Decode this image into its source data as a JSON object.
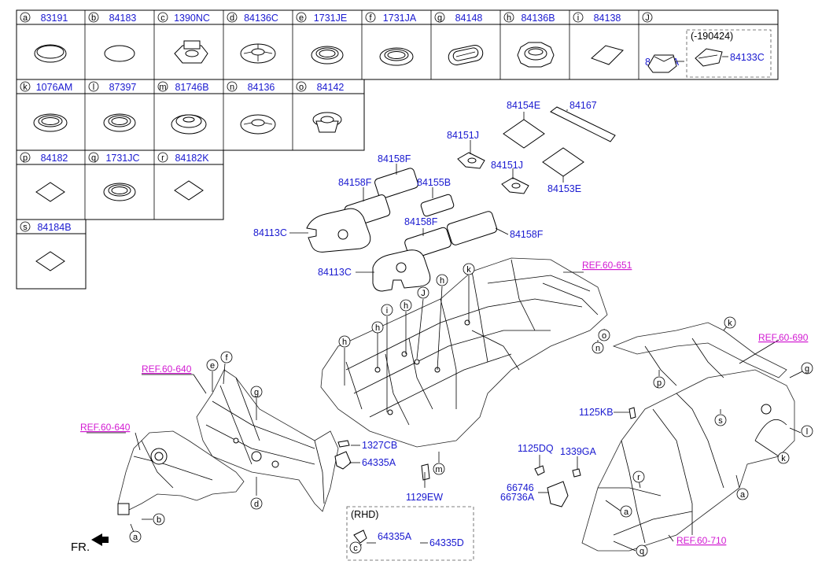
{
  "legend": [
    {
      "letter": "a",
      "part": "83191"
    },
    {
      "letter": "b",
      "part": "84183"
    },
    {
      "letter": "c",
      "part": "1390NC"
    },
    {
      "letter": "d",
      "part": "84136C"
    },
    {
      "letter": "e",
      "part": "1731JE"
    },
    {
      "letter": "f",
      "part": "1731JA"
    },
    {
      "letter": "g",
      "part": "84148"
    },
    {
      "letter": "h",
      "part": "84136B"
    },
    {
      "letter": "i",
      "part": "84138"
    },
    {
      "letter": "J",
      "part": "",
      "sub": [
        "84135A",
        "84133C"
      ],
      "note": "(-190424)"
    },
    {
      "letter": "k",
      "part": "1076AM"
    },
    {
      "letter": "l",
      "part": "87397"
    },
    {
      "letter": "m",
      "part": "81746B"
    },
    {
      "letter": "n",
      "part": "84136"
    },
    {
      "letter": "o",
      "part": "84142"
    },
    {
      "letter": "p",
      "part": "84182"
    },
    {
      "letter": "q",
      "part": "1731JC"
    },
    {
      "letter": "r",
      "part": "84182K"
    },
    {
      "letter": "s",
      "part": "84184B"
    }
  ],
  "labels": {
    "p84154E": "84154E",
    "p84167": "84167",
    "p84151J_1": "84151J",
    "p84151J_2": "84151J",
    "p84153E": "84153E",
    "p84158F_1": "84158F",
    "p84158F_2": "84158F",
    "p84155B": "84155B",
    "p84158F_3": "84158F",
    "p84158F_4": "84158F",
    "p84113C_1": "84113C",
    "p84113C_2": "84113C",
    "ref651": "REF.60-651",
    "ref640_1": "REF.60-640",
    "ref640_2": "REF.60-640",
    "ref690": "REF.60-690",
    "ref710": "REF.60-710",
    "p1327CB": "1327CB",
    "p64335A": "64335A",
    "p1129EW": "1129EW",
    "p1125KB": "1125KB",
    "p1125DQ": "1125DQ",
    "p1339GA": "1339GA",
    "p66746": "66746",
    "p66736A": "66736A",
    "rhd": "(RHD)",
    "rhd64335A": "64335A",
    "rhd64335D": "64335D",
    "fr": "FR."
  },
  "callouts": [
    "k",
    "o",
    "n",
    "h",
    "J",
    "h",
    "i",
    "h",
    "h",
    "m",
    "e",
    "f",
    "g",
    "d",
    "b",
    "a",
    "c",
    "p",
    "k",
    "g",
    "s",
    "l",
    "k",
    "r",
    "a",
    "a",
    "q"
  ]
}
